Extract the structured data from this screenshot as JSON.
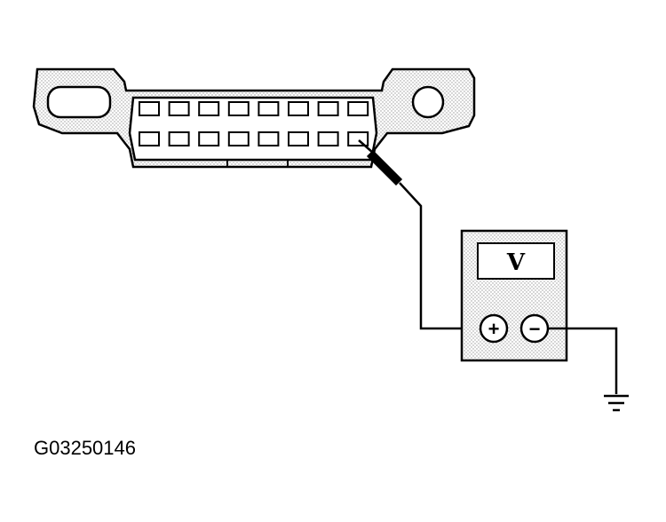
{
  "meter": {
    "display_text": "V",
    "positive_symbol": "+",
    "negative_symbol": "−"
  },
  "figure": {
    "id": "G03250146"
  },
  "connector": {
    "pins_top_row": 8,
    "pins_bottom_row": 8
  }
}
